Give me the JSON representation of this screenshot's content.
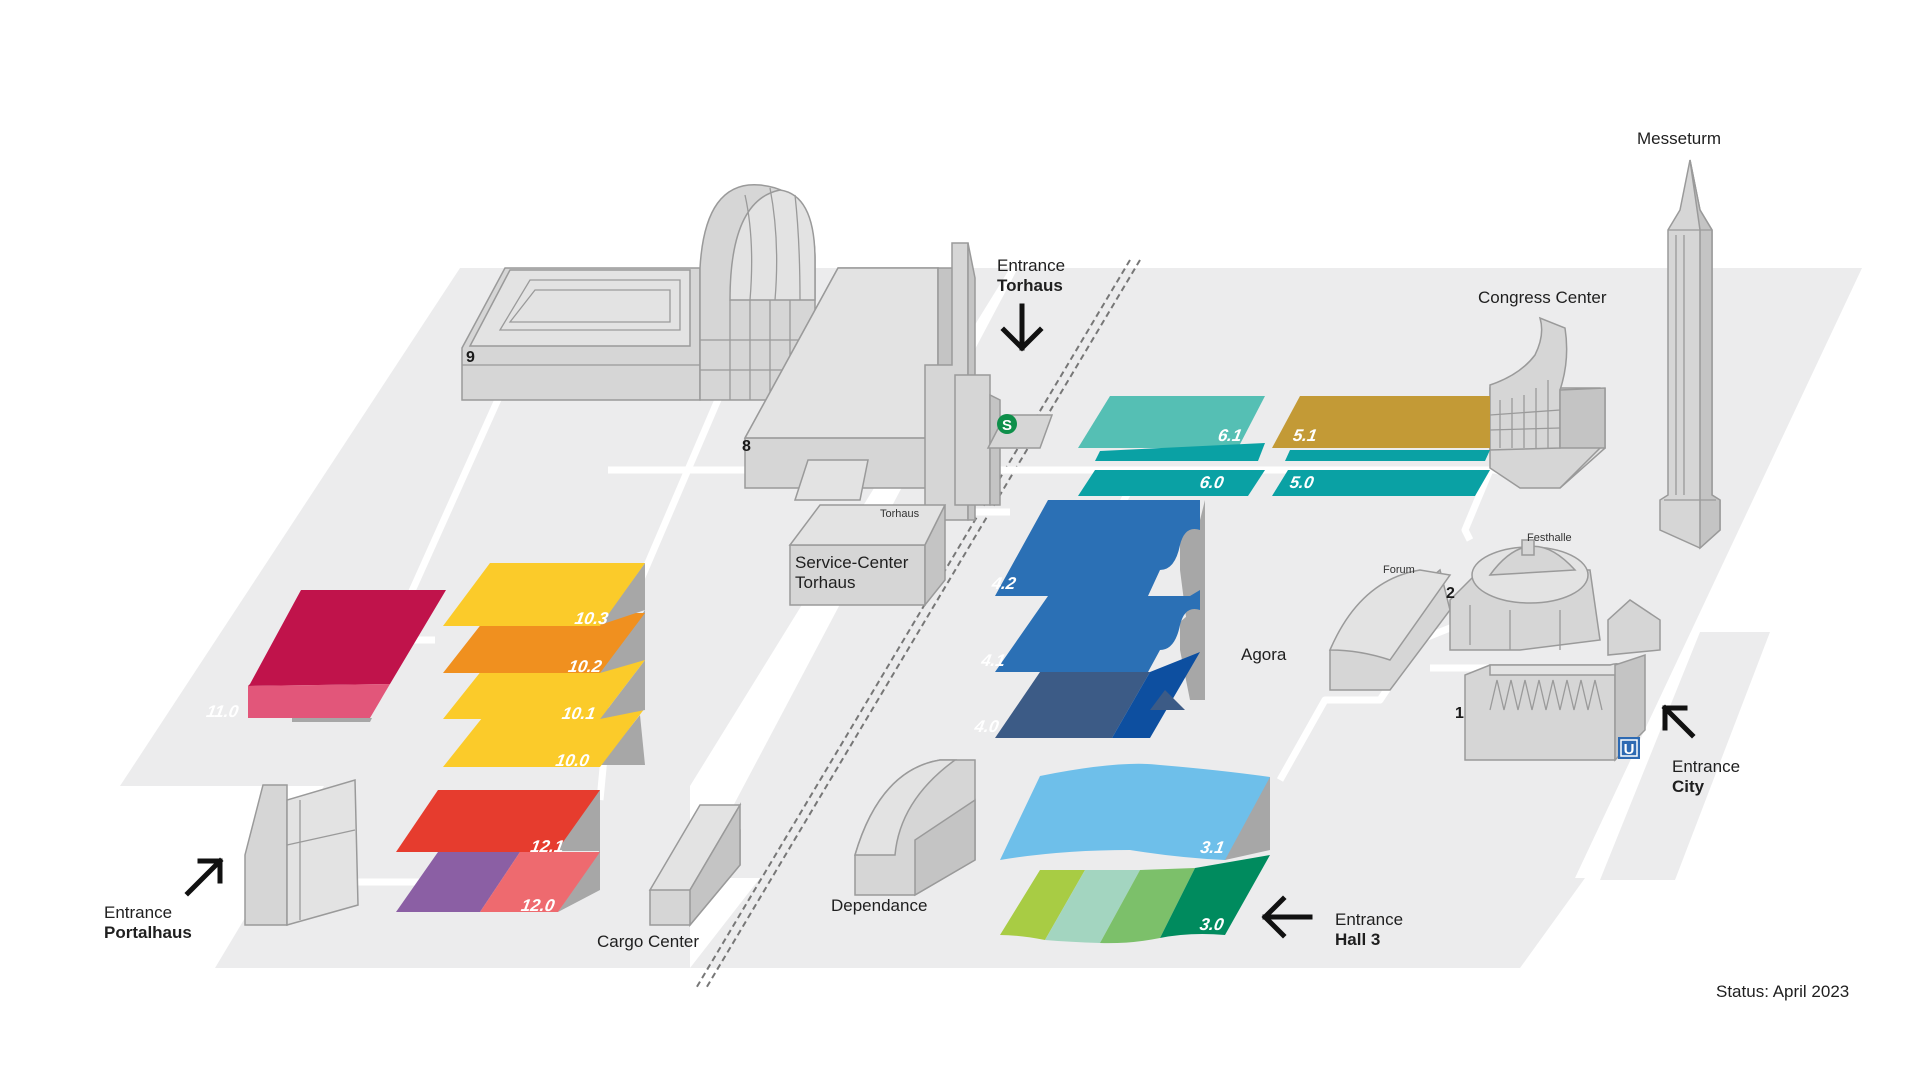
{
  "status": "Status: April 2023",
  "landmarks": {
    "messeturm": "Messeturm",
    "congress_center": "Congress Center",
    "festhalle": "Festhalle",
    "forum": "Forum",
    "agora": "Agora",
    "torhaus_small": "Torhaus",
    "service_center_line1": "Service-Center",
    "service_center_line2": "Torhaus",
    "dependance": "Dependance",
    "cargo_center": "Cargo Center"
  },
  "entrances": {
    "torhaus": {
      "line1": "Entrance",
      "line2": "Torhaus"
    },
    "city": {
      "line1": "Entrance",
      "line2": "City"
    },
    "hall3": {
      "line1": "Entrance",
      "line2": "Hall 3"
    },
    "portalhaus": {
      "line1": "Entrance",
      "line2": "Portalhaus"
    }
  },
  "building_numbers": {
    "b9": "9",
    "b8": "8",
    "b2": "2",
    "b1": "1"
  },
  "transit": {
    "s_bahn": "S",
    "u_bahn": "U"
  },
  "halls": {
    "h11_0": "11.0",
    "h10_3": "10.3",
    "h10_2": "10.2",
    "h10_1": "10.1",
    "h10_0": "10.0",
    "h12_1": "12.1",
    "h12_0": "12.0",
    "h6_1": "6.1",
    "h6_0": "6.0",
    "h5_1": "5.1",
    "h5_0": "5.0",
    "h4_2": "4.2",
    "h4_1": "4.1",
    "h4_0": "4.0",
    "h3_1": "3.1",
    "h3_0": "3.0"
  },
  "colors": {
    "ground": "#ececed",
    "building": "#d6d6d6",
    "hall11": "#c0134b",
    "hall11_lower": "#e2567a",
    "hall10_yellow": "#fbcb2a",
    "hall10_2": "#f0901f",
    "hall12_1": "#e63c2e",
    "hall12_0_purple": "#8b5fa4",
    "hall12_0_pink": "#ee6a6f",
    "hall6_1": "#55bfb4",
    "hall6_0": "#0aa1a4",
    "hall5_1": "#c39a36",
    "hall5_0": "#0aa1a4",
    "hall4": "#2b70b5",
    "hall4_0_dark": "#3c5b86",
    "hall4_0_blue": "#0d4fa0",
    "hall3_1": "#6ebfea",
    "hall3_0_green": "#a8cc44",
    "hall3_0_mint": "#a3d5c0",
    "hall3_0_mid": "#7cc06a",
    "hall3_0_dark": "#008b5e",
    "s_bahn": "#0e8f4a",
    "u_bahn": "#2d6ab3"
  }
}
